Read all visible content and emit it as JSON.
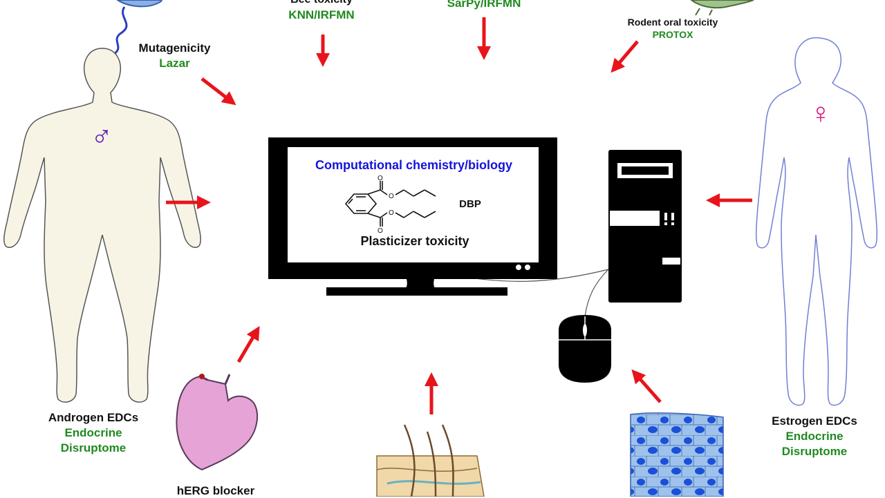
{
  "center": {
    "title": "Computational chemistry/biology",
    "compound": "DBP",
    "subtitle": "Plasticizer toxicity"
  },
  "endpoints": {
    "bee": {
      "name": "Bee toxicity",
      "model": "KNN/IRFMN"
    },
    "sarpy": {
      "model": "SarPy/IRFMN"
    },
    "rodent": {
      "name": "Rodent oral toxicity",
      "model": "PROTOX"
    },
    "mutagenicity": {
      "name": "Mutagenicity",
      "model": "Lazar"
    },
    "androgen": {
      "name": "Androgen EDCs",
      "model_line1": "Endocrine",
      "model_line2": "Disruptome"
    },
    "estrogen": {
      "name": "Estrogen EDCs",
      "model_line1": "Endocrine",
      "model_line2": "Disruptome"
    },
    "herg": {
      "name": "hERG blocker"
    }
  },
  "symbols": {
    "male": "♂",
    "female": "♀"
  },
  "colors": {
    "arrow": "#e8141c",
    "model_text": "#1f8a1f",
    "title_text": "#1414d8",
    "male_symbol": "#5a1fb0",
    "female_symbol": "#d81b80",
    "male_figure_fill": "#f7f4e6",
    "female_outline": "#6f7fd6"
  }
}
